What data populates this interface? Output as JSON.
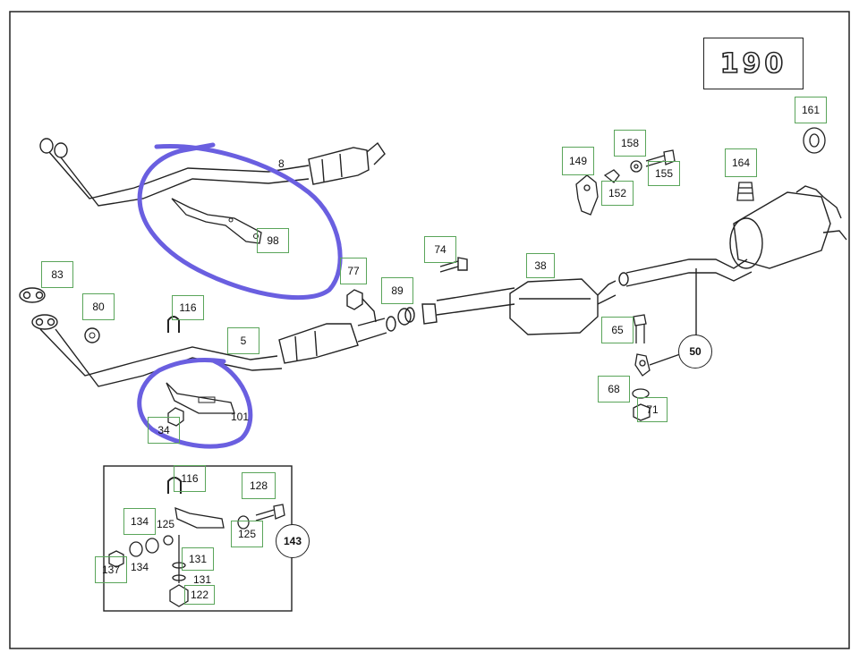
{
  "model_badge": "190",
  "callouts": [
    {
      "id": "8",
      "text": "8"
    },
    {
      "id": "98",
      "text": "98"
    },
    {
      "id": "83",
      "text": "83"
    },
    {
      "id": "80",
      "text": "80"
    },
    {
      "id": "116a",
      "text": "116"
    },
    {
      "id": "5",
      "text": "5"
    },
    {
      "id": "77",
      "text": "77"
    },
    {
      "id": "89",
      "text": "89"
    },
    {
      "id": "74",
      "text": "74"
    },
    {
      "id": "38",
      "text": "38"
    },
    {
      "id": "101",
      "text": "101"
    },
    {
      "id": "34",
      "text": "34"
    },
    {
      "id": "149",
      "text": "149"
    },
    {
      "id": "158",
      "text": "158"
    },
    {
      "id": "155",
      "text": "155"
    },
    {
      "id": "152",
      "text": "152"
    },
    {
      "id": "164",
      "text": "164"
    },
    {
      "id": "161",
      "text": "161"
    },
    {
      "id": "65",
      "text": "65"
    },
    {
      "id": "50",
      "text": "50"
    },
    {
      "id": "68",
      "text": "68"
    },
    {
      "id": "71",
      "text": "71"
    },
    {
      "id": "116b",
      "text": "116"
    },
    {
      "id": "128",
      "text": "128"
    },
    {
      "id": "134a",
      "text": "134"
    },
    {
      "id": "125a",
      "text": "125"
    },
    {
      "id": "125b",
      "text": "125"
    },
    {
      "id": "143",
      "text": "143"
    },
    {
      "id": "137",
      "text": "137"
    },
    {
      "id": "134b",
      "text": "134"
    },
    {
      "id": "131a",
      "text": "131"
    },
    {
      "id": "131b",
      "text": "131"
    },
    {
      "id": "122",
      "text": "122"
    }
  ],
  "colors": {
    "line": "#222222",
    "callout_border": "#5aa55a",
    "annotation": "#6a5fe0"
  }
}
